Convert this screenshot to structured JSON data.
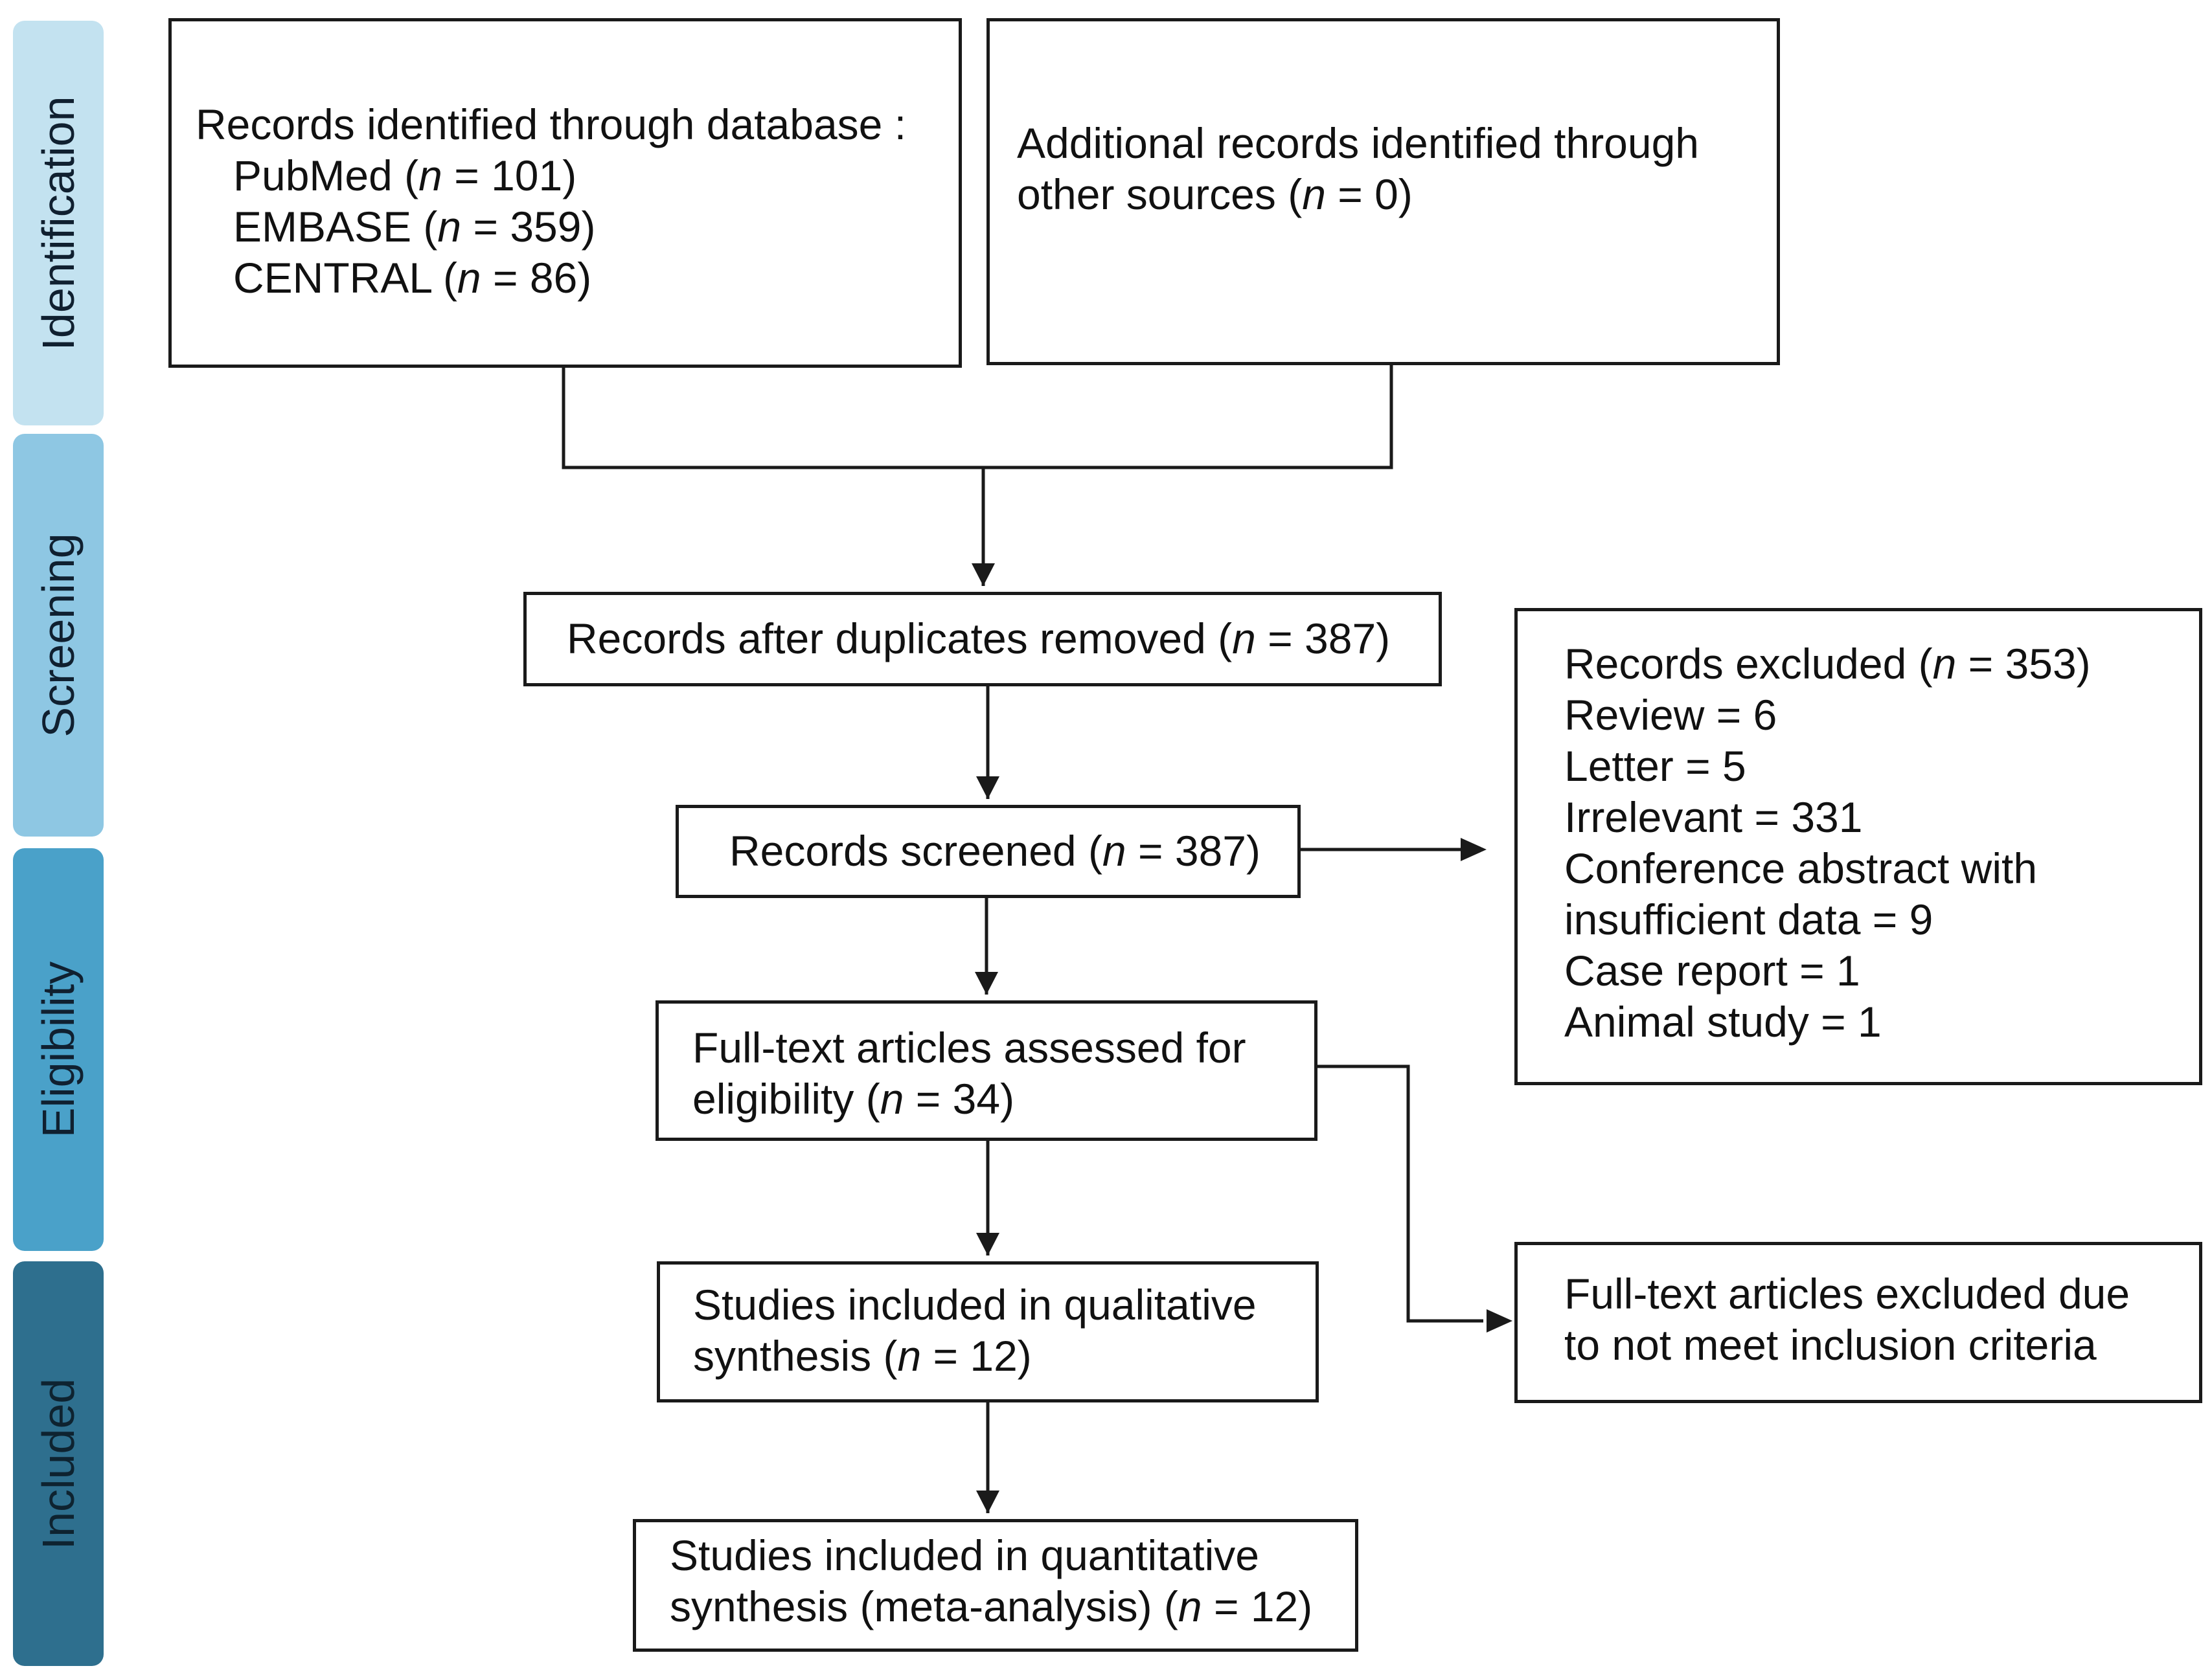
{
  "stages": {
    "identification": "Identification",
    "screening": "Screening",
    "eligibility": "Eligibility",
    "included": "Included"
  },
  "identification": {
    "database_heading": "Records identified through database :",
    "pubmed_name": "PubMed (",
    "pubmed_n": "n",
    "pubmed_count": " = 101)",
    "embase_name": "EMBASE (",
    "embase_n": "n",
    "embase_count": " = 359)",
    "central_name": "CENTRAL (",
    "central_n": "n",
    "central_count": " = 86)",
    "other_line1": "Additional records identified through",
    "other_line2_pre": "other sources (",
    "other_n": "n",
    "other_line2_post": " = 0)"
  },
  "screening": {
    "dedup_pre": "Records after duplicates removed (",
    "dedup_n": "n",
    "dedup_post": " = 387)",
    "screened_pre": "Records screened (",
    "screened_n": "n",
    "screened_post": " = 387)",
    "excluded_pre": "Records excluded (",
    "excluded_n": "n",
    "excluded_post": " = 353)",
    "excluded_reasons": [
      "Review = 6",
      "Letter = 5",
      "Irrelevant = 331",
      "Conference abstract with",
      "insufficient data = 9",
      "Case report = 1",
      "Animal study = 1"
    ]
  },
  "eligibility": {
    "fulltext_line1": "Full-text articles assessed for",
    "fulltext_line2_pre": "eligibility (",
    "fulltext_n": "n",
    "fulltext_line2_post": " = 34)",
    "ft_excluded_line1": "Full-text articles excluded due",
    "ft_excluded_line2": "to not meet inclusion criteria"
  },
  "included": {
    "qual_line1": "Studies included in qualitative",
    "qual_line2_pre": "synthesis (",
    "qual_n": "n",
    "qual_line2_post": " = 12)",
    "quant_line1": "Studies included in quantitative",
    "quant_line2_pre": "synthesis (meta-analysis) (",
    "quant_n": "n",
    "quant_line2_post": " = 12)"
  }
}
